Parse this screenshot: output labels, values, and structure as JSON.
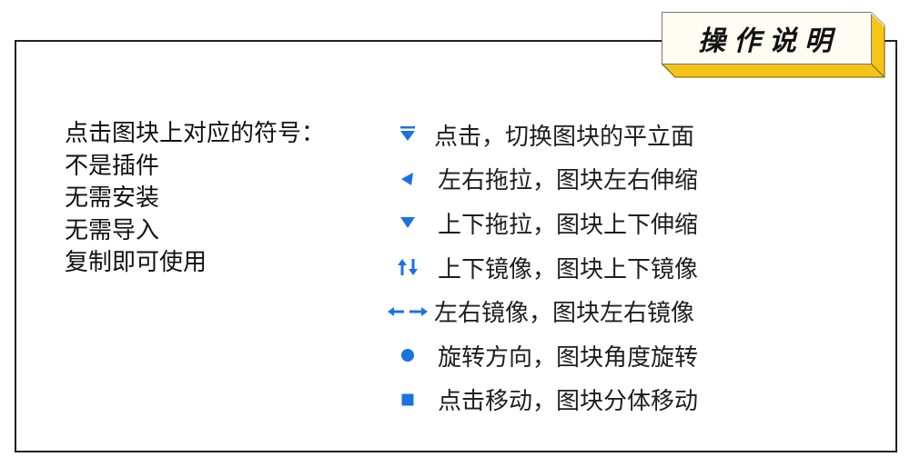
{
  "title": "操作说明",
  "colors": {
    "accent_blue": "#1a73e0",
    "badge_yellow": "#f6c416",
    "badge_face": "#fffdf3",
    "frame": "#222222"
  },
  "left_panel": {
    "lines": [
      "点击图块上对应的符号：",
      "不是插件",
      "无需安装",
      "无需导入",
      "复制即可使用"
    ]
  },
  "instructions": [
    {
      "icon": "triangle-down-with-bar-icon",
      "label": "点击，切换图块的平立面"
    },
    {
      "icon": "triangle-left-icon",
      "label": "左右拖拉，图块左右伸缩"
    },
    {
      "icon": "triangle-down-icon",
      "label": "上下拖拉，图块上下伸缩"
    },
    {
      "icon": "up-down-arrows-icon",
      "label": "上下镜像，图块上下镜像"
    },
    {
      "icon": "left-right-arrows-icon",
      "label": "左右镜像，图块左右镜像"
    },
    {
      "icon": "circle-icon",
      "label": "旋转方向，图块角度旋转"
    },
    {
      "icon": "square-icon",
      "label": "点击移动，图块分体移动"
    }
  ]
}
